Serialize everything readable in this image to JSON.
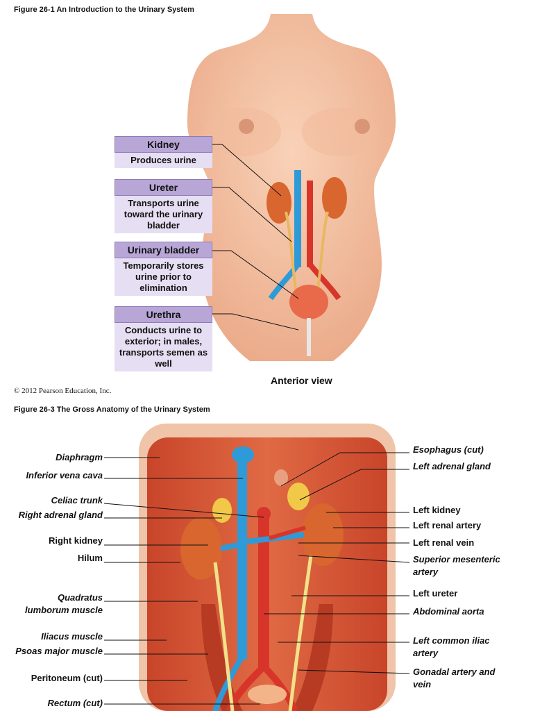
{
  "figure1": {
    "title": "Figure 26-1  An Introduction to the Urinary System",
    "view_label": "Anterior view",
    "boxes": [
      {
        "header": "Kidney",
        "desc": "Produces urine"
      },
      {
        "header": "Ureter",
        "desc": "Transports urine toward the urinary bladder"
      },
      {
        "header": "Urinary bladder",
        "desc": "Temporarily stores urine prior to elimination"
      },
      {
        "header": "Urethra",
        "desc": "Conducts urine to exterior; in males, transports semen as well"
      }
    ]
  },
  "copyright": "© 2012 Pearson Education, Inc.",
  "figure2": {
    "title": "Figure 26-3  The Gross Anatomy of the Urinary System",
    "left_labels": [
      "Diaphragm",
      "Inferior vena cava",
      "Celiac trunk",
      "Right adrenal gland",
      "Right kidney",
      "Hilum",
      "Quadratus lumborum muscle",
      "Iliacus muscle",
      "Psoas major muscle",
      "Peritoneum (cut)",
      "Rectum (cut)"
    ],
    "right_labels": [
      "Esophagus (cut)",
      "Left adrenal gland",
      "Left kidney",
      "Left renal artery",
      "Left renal vein",
      "Superior mesenteric artery",
      "Left ureter",
      "Abdominal aorta",
      "Left common iliac artery",
      "Gonadal artery and vein"
    ]
  },
  "colors": {
    "label_header": "#b7a6d6",
    "label_desc": "#e6def2",
    "artery": "#d8352a",
    "vein": "#2f9ad8",
    "kidney": "#d9662e"
  }
}
